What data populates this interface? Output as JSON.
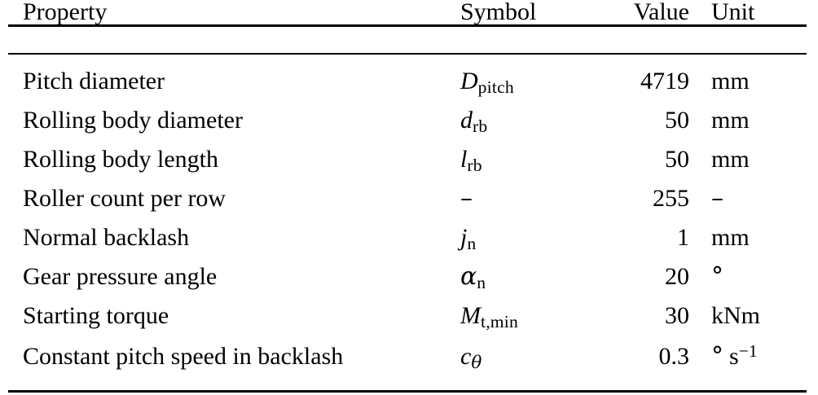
{
  "table": {
    "columns": [
      {
        "key": "property",
        "label": "Property",
        "align": "left"
      },
      {
        "key": "symbol",
        "label": "Symbol",
        "align": "left"
      },
      {
        "key": "value",
        "label": "Value",
        "align": "right"
      },
      {
        "key": "unit",
        "label": "Unit",
        "align": "left"
      }
    ],
    "rows": [
      {
        "property": "Pitch diameter",
        "symbol_base": "D",
        "symbol_sub": "pitch",
        "symbol_text": "D_pitch",
        "value": "4719",
        "unit_text": "mm"
      },
      {
        "property": "Rolling body diameter",
        "symbol_base": "d",
        "symbol_sub": "rb",
        "symbol_text": "d_rb",
        "value": "50",
        "unit_text": "mm"
      },
      {
        "property": "Rolling body length",
        "symbol_base": "l",
        "symbol_sub": "rb",
        "symbol_text": "l_rb",
        "value": "50",
        "unit_text": "mm"
      },
      {
        "property": "Roller count per row",
        "symbol_base": "–",
        "symbol_sub": "",
        "symbol_text": "–",
        "value": "255",
        "unit_text": "–"
      },
      {
        "property": "Normal backlash",
        "symbol_base": "j",
        "symbol_sub": "n",
        "symbol_text": "j_n",
        "value": "1",
        "unit_text": "mm"
      },
      {
        "property": "Gear pressure angle",
        "symbol_base": "α",
        "symbol_sub": "n",
        "symbol_text": "alpha_n",
        "value": "20",
        "unit_text": "°"
      },
      {
        "property": "Starting torque",
        "symbol_base": "M",
        "symbol_sub": "t,min",
        "symbol_text": "M_t,min",
        "value": "30",
        "unit_text": "kNm"
      },
      {
        "property": "Constant pitch speed in backlash",
        "symbol_base": "c",
        "symbol_sub": "θ",
        "symbol_text": "c_theta",
        "value": "0.3",
        "unit_unit": "s",
        "unit_exponent": "−1",
        "unit_degree": "°",
        "unit_text": "° s−1"
      }
    ]
  },
  "style": {
    "background": "#ffffff",
    "text_color": "#000000",
    "rule_color": "#000000"
  }
}
